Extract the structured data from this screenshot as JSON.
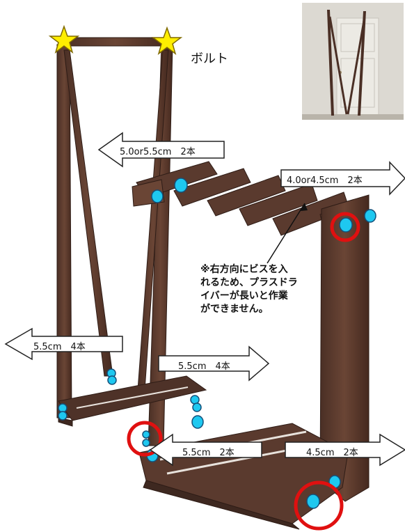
{
  "labels": {
    "bolt": "ボルト",
    "screw_top_left": "5.0or5.5cm　2本",
    "screw_top_right": "4.0or4.5cm　2本",
    "screw_mid_left": "5.5cm　4本",
    "screw_mid_right": "5.5cm　4本",
    "screw_bottom_center": "5.5cm　2本",
    "screw_bottom_right": "4.5cm　2本",
    "note_lines": [
      "※右方向にビスを入",
      "れるため、プラスドラ",
      "イバーが長いと作業",
      "ができません。"
    ]
  },
  "colors": {
    "wood": "#5a3a2e",
    "wood_dark": "#3e2820",
    "screw_dot": "#1ec8f0",
    "highlight_ring": "#e01010",
    "star": "#ffee00"
  },
  "icons": [
    "star-icon",
    "screw-dot-icon",
    "highlight-ring-icon",
    "arrow-icon"
  ]
}
